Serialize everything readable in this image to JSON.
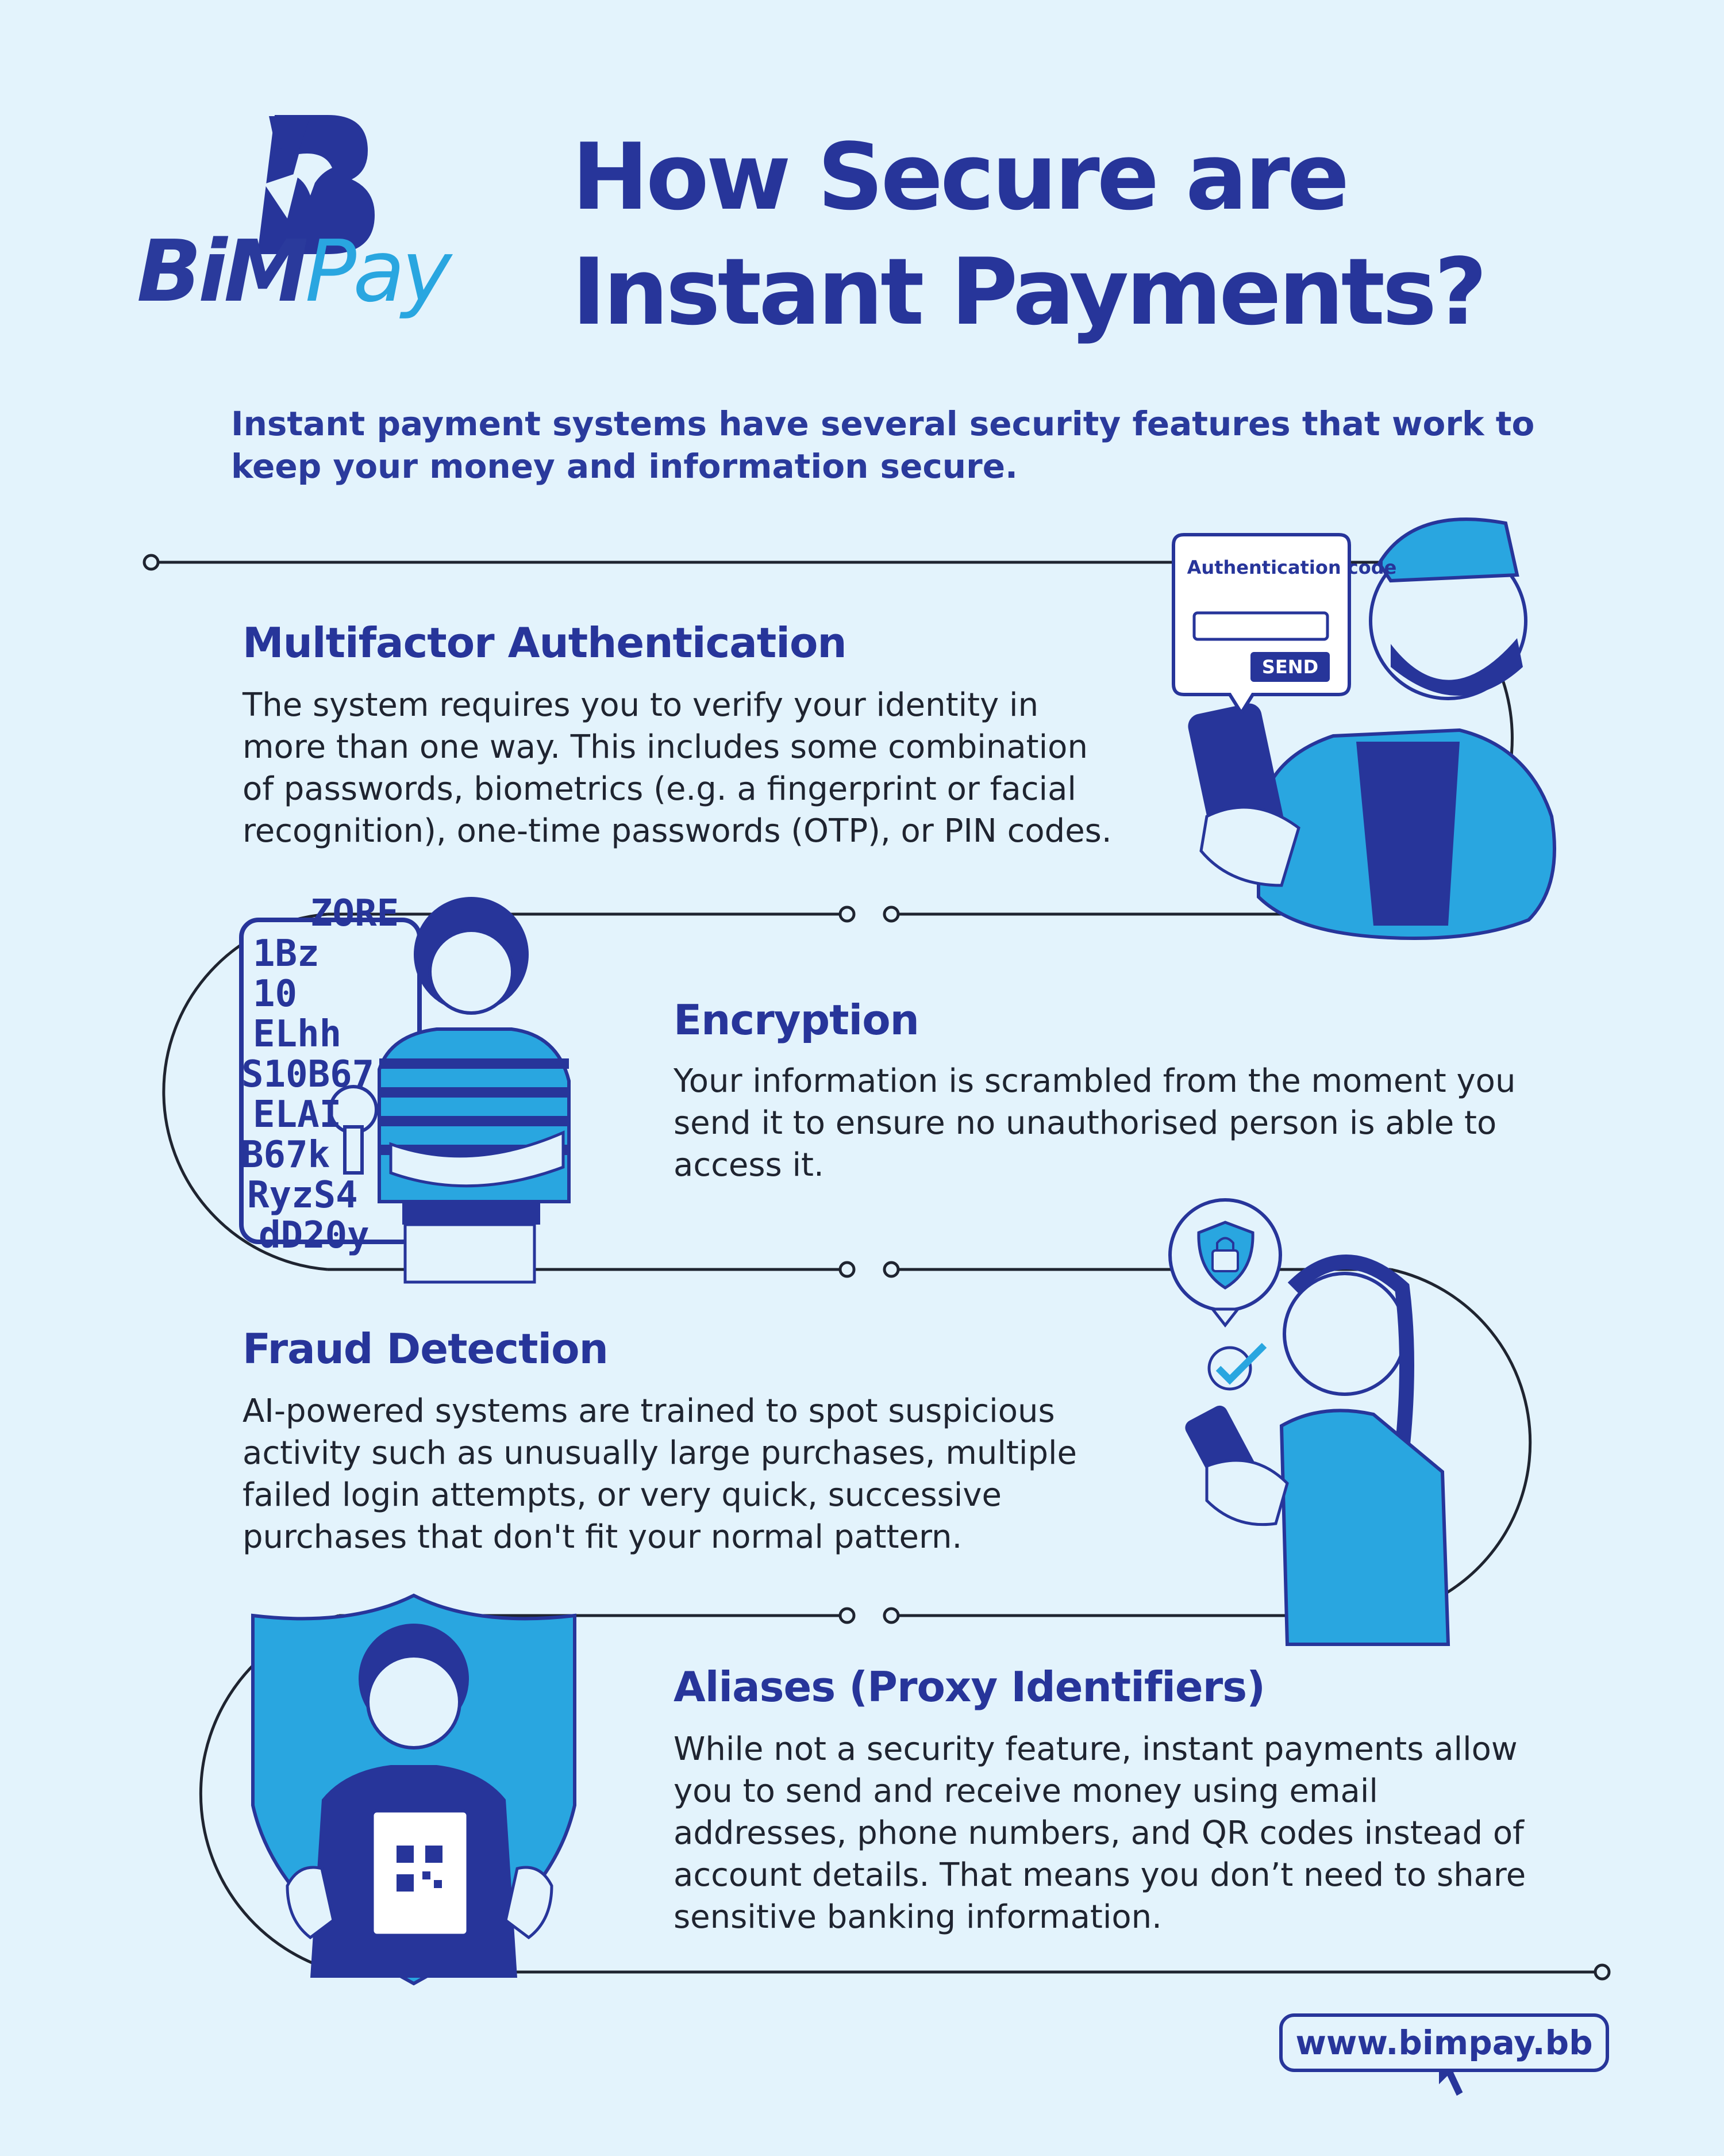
{
  "brand": {
    "name_part1": "BiM",
    "name_part2": "Pay",
    "primary_color": "#27359a",
    "accent_color": "#29a6e0"
  },
  "title": {
    "line1": "How Secure are",
    "line2": "Instant Payments?"
  },
  "intro": "Instant payment systems have several security features that work to keep your money and information secure.",
  "sections": [
    {
      "title": "Multifactor Authentication",
      "body": "The system requires you to verify your identity in more than one way. This includes some combination of passwords, biometrics (e.g. a fingerprint or facial recognition), one-time passwords (OTP), or PIN codes."
    },
    {
      "title": "Encryption",
      "body": "Your information is scrambled from the moment you send it to ensure no unauthorised person is able to access it."
    },
    {
      "title": "Fraud Detection",
      "body": "AI-powered systems are trained to spot suspicious activity such as unusually large purchases, multiple failed login attempts, or very quick, successive purchases that don't fit your normal pattern."
    },
    {
      "title": "Aliases (Proxy Identifiers)",
      "body": "While not a security feature, instant payments allow you to send and receive money using email addresses, phone numbers, and QR codes instead of account details. That means you don’t need to share sensitive banking information."
    }
  ],
  "auth_bubble": {
    "title": "Authentication code",
    "button": "SEND"
  },
  "lock_code": [
    "ZORE",
    "1Bz",
    "10",
    "ELhh",
    "S10B67",
    "ELAI",
    "B67k",
    "RyzS4",
    "dD20y"
  ],
  "website": "www.bimpay.bb",
  "icons": [
    "bimpay-logo-icon",
    "shield-lock-icon",
    "check-icon",
    "padlock-icon",
    "qr-code-icon",
    "cursor-icon"
  ]
}
